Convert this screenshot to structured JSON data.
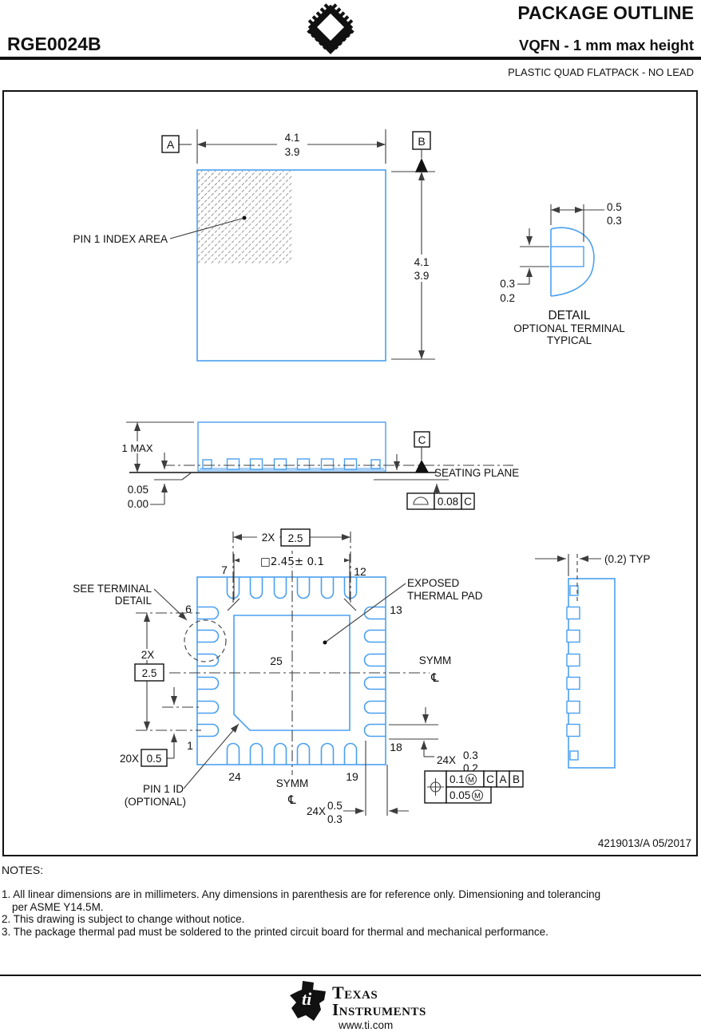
{
  "header": {
    "part_number": "RGE0024B",
    "title": "PACKAGE OUTLINE",
    "subtitle": "VQFN - 1 mm max height",
    "package_type": "PLASTIC QUAD FLATPACK - NO LEAD"
  },
  "colors": {
    "outline_blue": "#4aa0f0",
    "line_dark": "#111111"
  },
  "top_view": {
    "dim_width_max": "4.1",
    "dim_width_min": "3.9",
    "dim_height_max": "4.1",
    "dim_height_min": "3.9",
    "datum_a": "A",
    "datum_b": "B",
    "pin1_index_label": "PIN 1 INDEX AREA"
  },
  "detail_view": {
    "width_max": "0.5",
    "width_min": "0.3",
    "height_max": "0.3",
    "height_min": "0.2",
    "title": "DETAIL",
    "subtitle1": "OPTIONAL TERMINAL",
    "subtitle2": "TYPICAL"
  },
  "side_view": {
    "height_max": "1 MAX",
    "standoff_max": "0.05",
    "standoff_min": "0.00",
    "datum_c": "C",
    "seating_plane": "SEATING PLANE",
    "flatness_tol": "0.08",
    "flatness_datum": "C"
  },
  "bottom_view": {
    "pitch_2x": "2X",
    "pitch_value": "2.5",
    "pad_size": "□2.45± 0.1",
    "side_pitch_2x": "2X",
    "side_pitch_value": "2.5",
    "count_20x": "20X",
    "width_05": "0.5",
    "pins": {
      "p1": "1",
      "p6": "6",
      "p7": "7",
      "p12": "12",
      "p13": "13",
      "p18": "18",
      "p19": "19",
      "p24": "24",
      "p25": "25"
    },
    "see_terminal_1": "SEE TERMINAL",
    "see_terminal_2": "DETAIL",
    "exposed_1": "EXPOSED",
    "exposed_2": "THERMAL PAD",
    "symm": "SYMM",
    "centerline": "℄",
    "pin1_id_1": "PIN 1 ID",
    "pin1_id_2": "(OPTIONAL)",
    "term_count": "24X",
    "term_w_max": "0.3",
    "term_w_min": "0.2",
    "term_l_max": "0.5",
    "term_l_min": "0.3",
    "typ_02": "(0.2) TYP",
    "fcf": {
      "tol1": "0.1",
      "mod": "M",
      "d1": "C",
      "d2": "A",
      "d3": "B",
      "tol2": "0.05"
    }
  },
  "footer": {
    "doc_number": "4219013/A   05/2017",
    "notes_title": "NOTES:",
    "notes": [
      "1. All linear dimensions are in millimeters. Any dimensions in parenthesis are for reference only. Dimensioning and tolerancing",
      "per ASME Y14.5M.",
      "2. This drawing is subject to change without notice.",
      "3. The package thermal pad must be soldered to the printed circuit board for thermal and mechanical performance."
    ],
    "brand_line1": "Texas",
    "brand_line2": "Instruments",
    "url": "www.ti.com"
  }
}
